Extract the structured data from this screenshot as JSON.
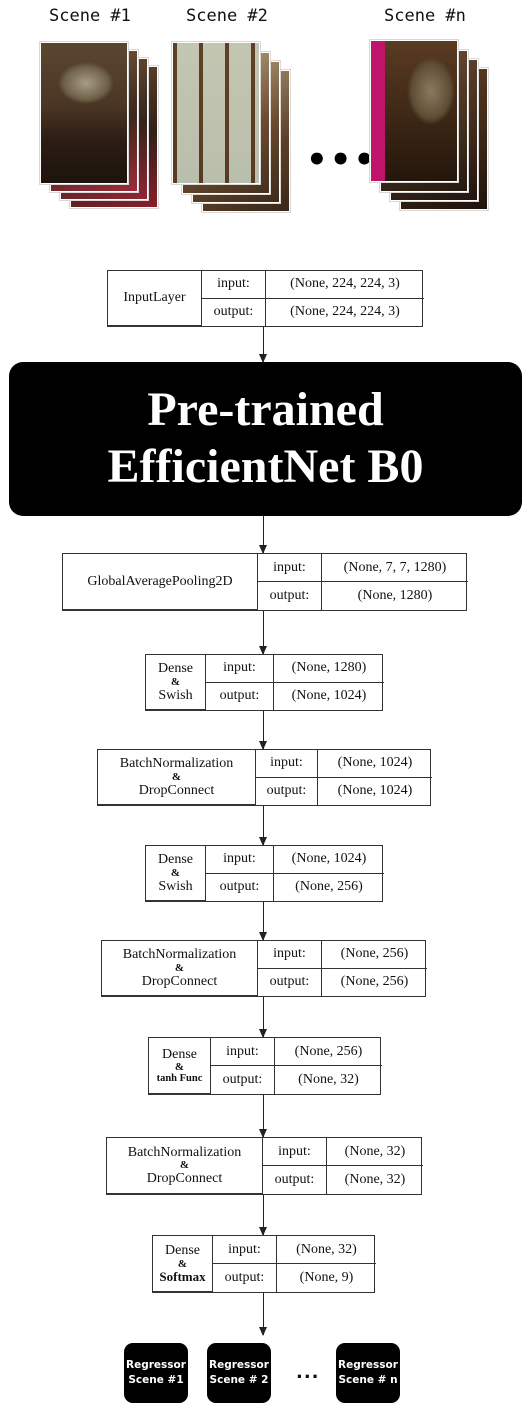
{
  "scenes": {
    "labels": [
      "Scene #1",
      "Scene #2",
      "Scene #n"
    ],
    "ellipsis": "•••"
  },
  "banner": {
    "line1": "Pre-trained",
    "line2": "EfficientNet B0"
  },
  "port_labels": {
    "input": "input:",
    "output": "output:"
  },
  "layers": [
    {
      "name_lines": [
        "InputLayer"
      ],
      "input": "(None, 224, 224, 3)",
      "output": "(None, 224, 224, 3)"
    },
    {
      "name_lines": [
        "GlobalAveragePooling2D"
      ],
      "input": "(None, 7, 7, 1280)",
      "output": "(None, 1280)"
    },
    {
      "name_lines": [
        "Dense",
        "&",
        "Swish"
      ],
      "input": "(None, 1280)",
      "output": "(None, 1024)"
    },
    {
      "name_lines": [
        "BatchNormalization",
        "&",
        "DropConnect"
      ],
      "input": "(None, 1024)",
      "output": "(None, 1024)"
    },
    {
      "name_lines": [
        "Dense",
        "&",
        "Swish"
      ],
      "input": "(None, 1024)",
      "output": "(None, 256)"
    },
    {
      "name_lines": [
        "BatchNormalization",
        "&",
        "DropConnect"
      ],
      "input": "(None, 256)",
      "output": "(None, 256)"
    },
    {
      "name_lines": [
        "Dense",
        "&",
        "tanh Func"
      ],
      "input": "(None, 256)",
      "output": "(None, 32)"
    },
    {
      "name_lines": [
        "BatchNormalization",
        "&",
        "DropConnect"
      ],
      "input": "(None, 32)",
      "output": "(None, 32)"
    },
    {
      "name_lines": [
        "Dense",
        "&",
        "Softmax"
      ],
      "input": "(None, 32)",
      "output": "(None, 9)"
    }
  ],
  "regressors": [
    {
      "line1": "Regressor",
      "line2": "Scene #1"
    },
    {
      "line1": "Regressor",
      "line2": "Scene # 2"
    },
    {
      "line1": "Regressor",
      "line2": "Scene # n"
    }
  ],
  "regressor_ellipsis": "..."
}
